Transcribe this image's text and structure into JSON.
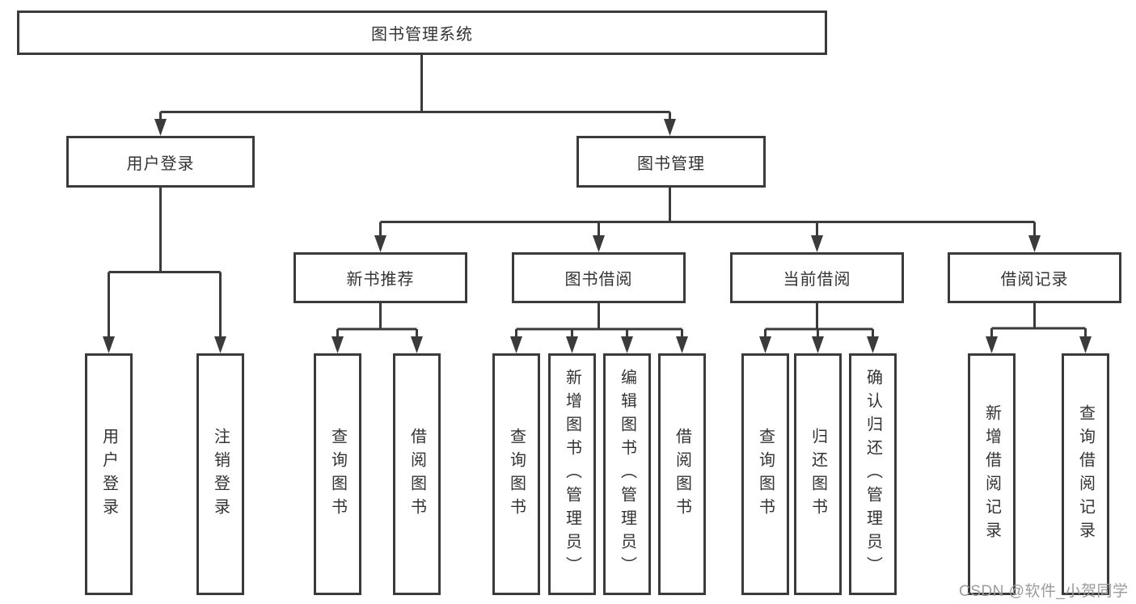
{
  "colors": {
    "background": "#ffffff",
    "line": "#3b3b3b",
    "box_border": "#3b3b3b",
    "text": "#333333",
    "watermark": "#9b9b9b"
  },
  "diagram": {
    "root": {
      "label": "图书管理系统"
    },
    "level2": {
      "user_login": {
        "label": "用户登录"
      },
      "book_management": {
        "label": "图书管理"
      }
    },
    "level3": {
      "new_book_recommend": {
        "label": "新书推荐"
      },
      "book_borrow": {
        "label": "图书借阅"
      },
      "current_borrow": {
        "label": "当前借阅"
      },
      "borrow_records": {
        "label": "借阅记录"
      }
    },
    "leaves": {
      "user_login": {
        "label": "用户登录"
      },
      "logout": {
        "label": "注销登录"
      },
      "rec_query_book": {
        "label": "查询图书"
      },
      "rec_borrow_book": {
        "label": "借阅图书"
      },
      "bb_query_book": {
        "label": "查询图书"
      },
      "bb_add_book": {
        "label": "新增图书（管理员）"
      },
      "bb_edit_book": {
        "label": "编辑图书（管理员）"
      },
      "bb_borrow_book": {
        "label": "借阅图书"
      },
      "cb_query_book": {
        "label": "查询图书"
      },
      "cb_return_book": {
        "label": "归还图书"
      },
      "cb_confirm_return": {
        "label": "确认归还（管理员）"
      },
      "br_add_record": {
        "label": "新增借阅记录"
      },
      "br_query_record": {
        "label": "查询借阅记录"
      }
    }
  },
  "watermark": {
    "text": "CSDN @软件_小贺同学"
  }
}
